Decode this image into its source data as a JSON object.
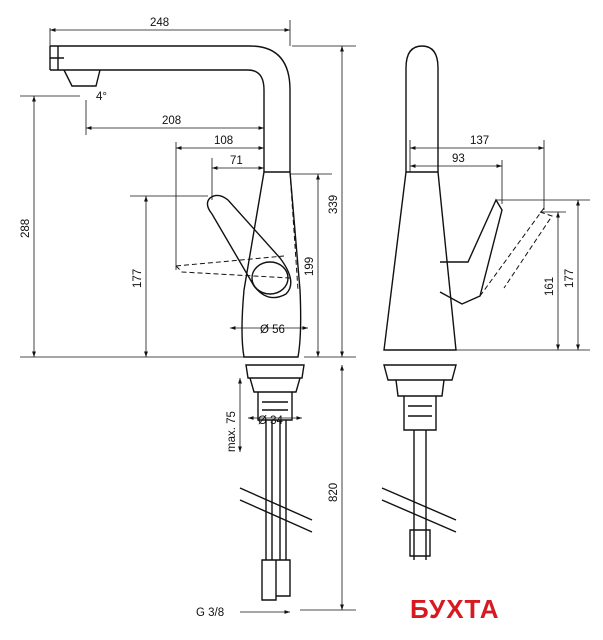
{
  "dimensions": {
    "width_248": "248",
    "angle_4": "4°",
    "width_208": "208",
    "width_108": "108",
    "width_71": "71",
    "height_288": "288",
    "height_177_left": "177",
    "height_199": "199",
    "height_339": "339",
    "diameter_56": "Ø 56",
    "max_75": "max. 75",
    "diameter_34": "Ø 34",
    "length_820": "820",
    "thread": "G 3/8",
    "width_137": "137",
    "width_93": "93",
    "height_161": "161",
    "height_177_right": "177"
  },
  "logo": {
    "text": "БУХТА",
    "color": "#d71920"
  }
}
